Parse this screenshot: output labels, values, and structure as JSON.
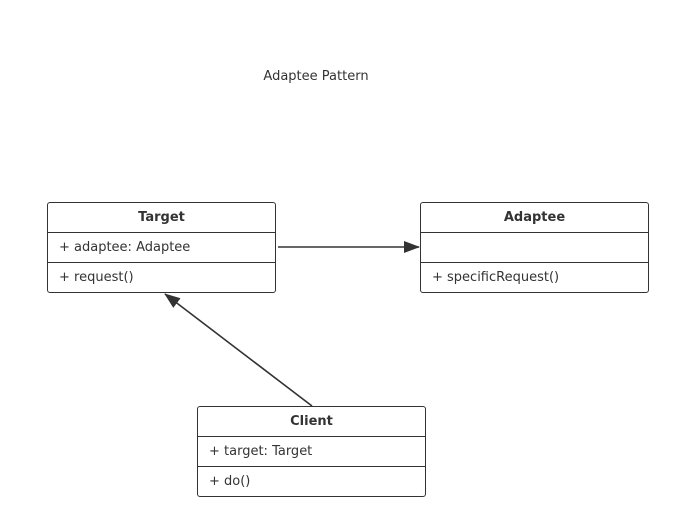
{
  "diagram": {
    "title": "Adaptee Pattern",
    "classes": {
      "target": {
        "name": "Target",
        "attributes": "+ adaptee: Adaptee",
        "operations": "+ request()"
      },
      "adaptee": {
        "name": "Adaptee",
        "attributes": "",
        "operations": "+ specificRequest()"
      },
      "client": {
        "name": "Client",
        "attributes": "+ target: Target",
        "operations": "+ do()"
      }
    },
    "relations": [
      {
        "from": "Target",
        "to": "Adaptee",
        "kind": "association"
      },
      {
        "from": "Client",
        "to": "Target",
        "kind": "association"
      }
    ]
  }
}
